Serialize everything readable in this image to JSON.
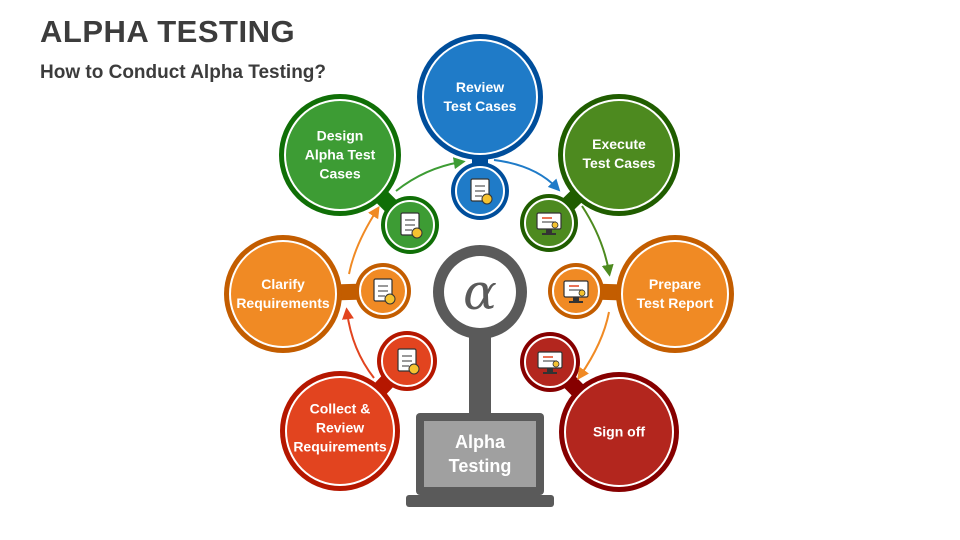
{
  "title": "ALPHA TESTING",
  "subtitle": "How to Conduct Alpha Testing?",
  "center": {
    "label": "Alpha\nTesting",
    "symbol": "α"
  },
  "steps": [
    {
      "label": "Collect &\nReview\nRequirements",
      "color": "#e2441f",
      "icon": "requirements-document-icon"
    },
    {
      "label": "Clarify\nRequirements",
      "color": "#f08a24",
      "icon": "clipboard-check-icon"
    },
    {
      "label": "Design\nAlpha Test\nCases",
      "color": "#3d9c34",
      "icon": "alpha-document-icon"
    },
    {
      "label": "Review\nTest Cases",
      "color": "#1f7bc8",
      "icon": "code-document-icon"
    },
    {
      "label": "Execute\nTest Cases",
      "color": "#4d8a1f",
      "icon": "gears-monitor-icon"
    },
    {
      "label": "Prepare\nTest Report",
      "color": "#f08a24",
      "icon": "report-monitor-icon"
    },
    {
      "label": "Sign off",
      "color": "#b3261e",
      "icon": "checkmark-monitor-icon"
    }
  ]
}
